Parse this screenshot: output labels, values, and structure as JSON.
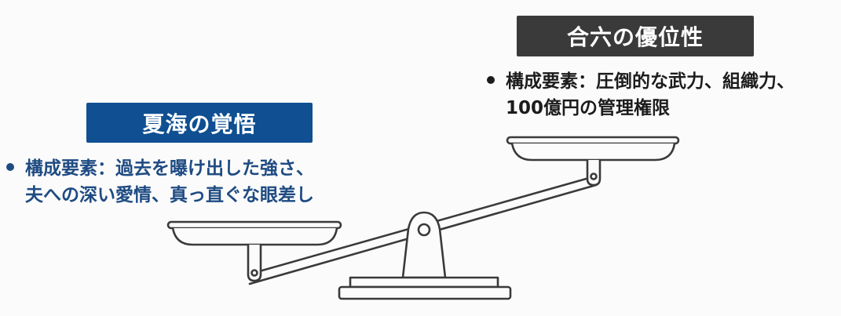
{
  "left": {
    "title": "夏海の覚悟",
    "color": "#0f4f92",
    "text_color": "#1e4b82",
    "bullet_line1": "構成要素：過去を曝け出した強さ、",
    "bullet_line2": "夫への深い愛情、真っ直ぐな眼差し"
  },
  "right": {
    "title": "合六の優位性",
    "color": "#3a3a3a",
    "text_color": "#1c1c1c",
    "bullet_line1": "構成要素：圧倒的な武力、組織力、",
    "bullet_line2": "100億円の管理権限"
  },
  "scale": {
    "icon": "balance-scale-icon",
    "tilt": "left pan lower, right pan higher",
    "stroke": "#3a3a3a"
  }
}
